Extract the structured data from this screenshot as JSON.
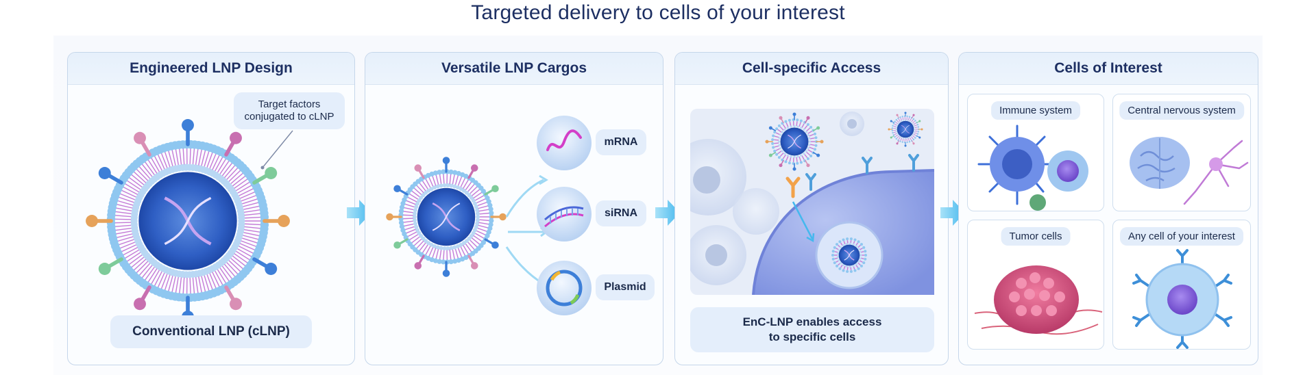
{
  "title": "Targeted delivery to cells of your interest",
  "panels": {
    "design": {
      "title": "Engineered LNP Design",
      "callout_line1": "Target factors",
      "callout_line2": "conjugated to cLNP",
      "caption": "Conventional LNP (cLNP)"
    },
    "cargos": {
      "title": "Versatile LNP Cargos",
      "items": [
        {
          "label": "mRNA",
          "icon": "mrna-icon"
        },
        {
          "label": "siRNA",
          "icon": "sirna-icon"
        },
        {
          "label": "Plasmid",
          "icon": "plasmid-icon"
        }
      ]
    },
    "access": {
      "title": "Cell-specific Access",
      "caption_line1": "EnC-LNP enables access",
      "caption_line2": "to specific cells"
    },
    "cells": {
      "title": "Cells of Interest",
      "items": [
        {
          "label": "Immune system",
          "icon": "immune-cell-icon"
        },
        {
          "label": "Central nervous system",
          "icon": "brain-neuron-icon"
        },
        {
          "label": "Tumor cells",
          "icon": "tumor-icon"
        },
        {
          "label": "Any cell of your interest",
          "icon": "generic-cell-icon"
        }
      ]
    }
  },
  "colors": {
    "title": "#1d2f62",
    "panel_border": "#c5d6ea",
    "header_bg": "#e6f0fb",
    "pill_bg": "#e4eefb",
    "arrow": "#5cc6f2",
    "lnp_core": "#2f5fc4",
    "lipid_head": "#8fc7f0",
    "lipid_tail": "#c47ad6"
  }
}
